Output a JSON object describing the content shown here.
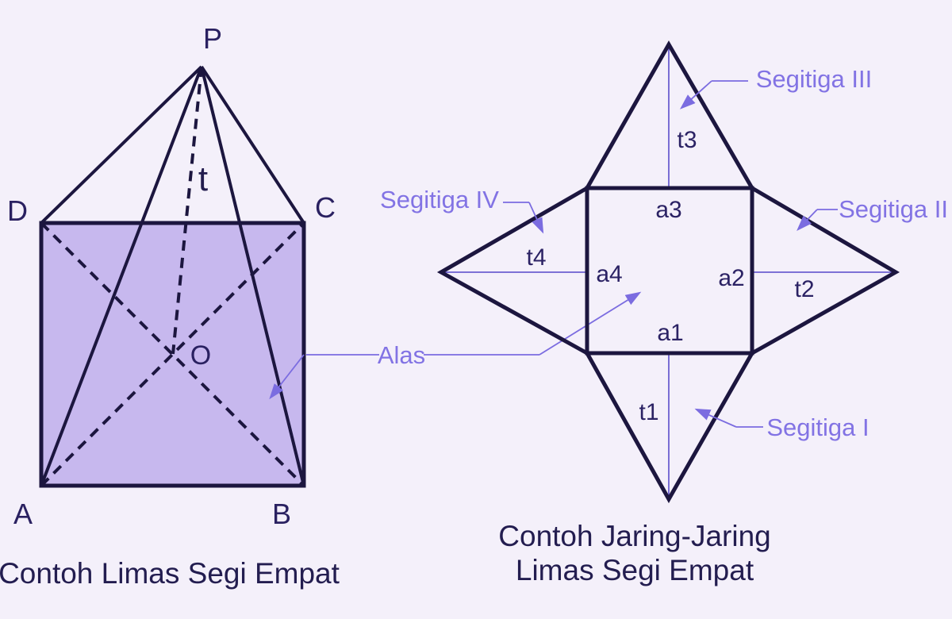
{
  "colors": {
    "background": "#f4f0fa",
    "base_fill": "#c7b8ee",
    "outline_dark": "#1c163f",
    "accent_purple": "#8273e4",
    "label_dark": "#2a2161"
  },
  "pyramid": {
    "caption": "Contoh Limas Segi Empat",
    "vertex_labels": {
      "apex": "P",
      "top_left": "D",
      "top_right": "C",
      "bottom_left": "A",
      "bottom_right": "B",
      "center": "O"
    },
    "height_label": "t",
    "base_callout": "Alas"
  },
  "net": {
    "caption_line1": "Contoh Jaring-Jaring",
    "caption_line2": "Limas Segi Empat",
    "triangle_callouts": {
      "i": "Segitiga I",
      "ii": "Segitiga II",
      "iii": "Segitiga III",
      "iv": "Segitiga IV"
    },
    "height_labels": {
      "t1": "t1",
      "t2": "t2",
      "t3": "t3",
      "t4": "t4"
    },
    "base_labels": {
      "a1": "a1",
      "a2": "a2",
      "a3": "a3",
      "a4": "a4"
    }
  }
}
